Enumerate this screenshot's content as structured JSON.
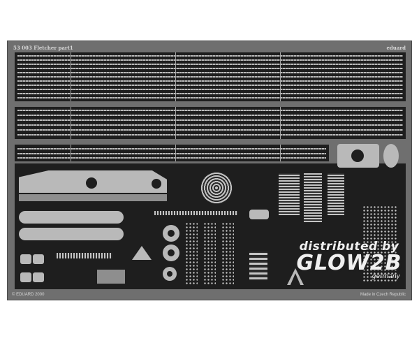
{
  "fret": {
    "set_label": "53 003 Fletcher part1",
    "brand": "eduard",
    "copyright": "© EDUARD 2000",
    "origin": "Made in Czech Republic"
  },
  "watermark": {
    "line1": "distributed by",
    "line2": "GLOW2B",
    "line3": "germany"
  },
  "colors": {
    "background": "#ffffff",
    "fret_frame": "#6f6f6f",
    "etched_void": "#1e1e1e",
    "metal": "#b9b9b9"
  }
}
